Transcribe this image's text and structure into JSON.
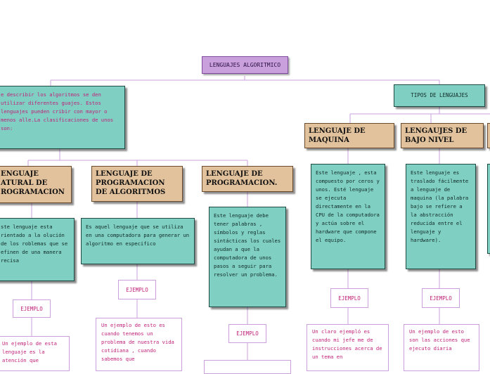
{
  "root": {
    "label": "LENGUAJES ALGORITMICO"
  },
  "intro": {
    "text": "e describir los algoritmos se den utilizar diferentes guajes. Estos lenguajes pueden cribir con mayor o menos alle.La clasificaciones de unos son:"
  },
  "tipos": {
    "label": "TIPOS DE LENGUAJES"
  },
  "categories": [
    {
      "title": "ENGUAJE ATURAL DE ROGRAMACION",
      "desc": "ste lenguaje esta rientado a la olución de los roblemas que se efinen de una manera recisa",
      "example_label": "EJEMPLO",
      "example": "Un ejemplo de esta lenguaje es la atención que"
    },
    {
      "title": "LENGUAJE DE PROGRAMACION DE ALGORITMOS",
      "desc": "Es aquel lenguaje que se utiliza en una computadora para generar un algoritmo en especifico",
      "example_label": "EJEMPLO",
      "example": "Un ejemplo de esto es cuando tenemos un problema de nuestra vida cotidiana , cuando sabemos que"
    },
    {
      "title": "LENGUAJE DE PROGRAMACION.",
      "desc": "Este lenguaje debe tener palabras , símbolos y reglas sintácticas los cuales ayudan a que la computadora de unos pasos a seguir para resolver un problema.",
      "example_label": "EJEMPLO"
    },
    {
      "title": "LENGUAJE DE MAQUINA",
      "desc": "Este lenguaje , esta compuesto por ceros y unos. Esté lenguaje se ejecuta directamente en la CPU de la computadora y actúa sobre el hardware que compone el equipo.",
      "example_label": "EJEMPLO",
      "example": "Un claro ejempló es cuando mi jefe me de instrucciones acerca de un tema en"
    },
    {
      "title": "LENGAUJES DE BAJO NIVEL",
      "desc": "Este lenguaje es traslado fácilmente a lenguaje de maquina (la palabra bajo se refiere a la abstracción reducida entre el lenguaje y hardware).",
      "example_label": "EJEMPLO",
      "example": "Un ejemplo de esto son las acciones que ejecuto diaria"
    }
  ]
}
